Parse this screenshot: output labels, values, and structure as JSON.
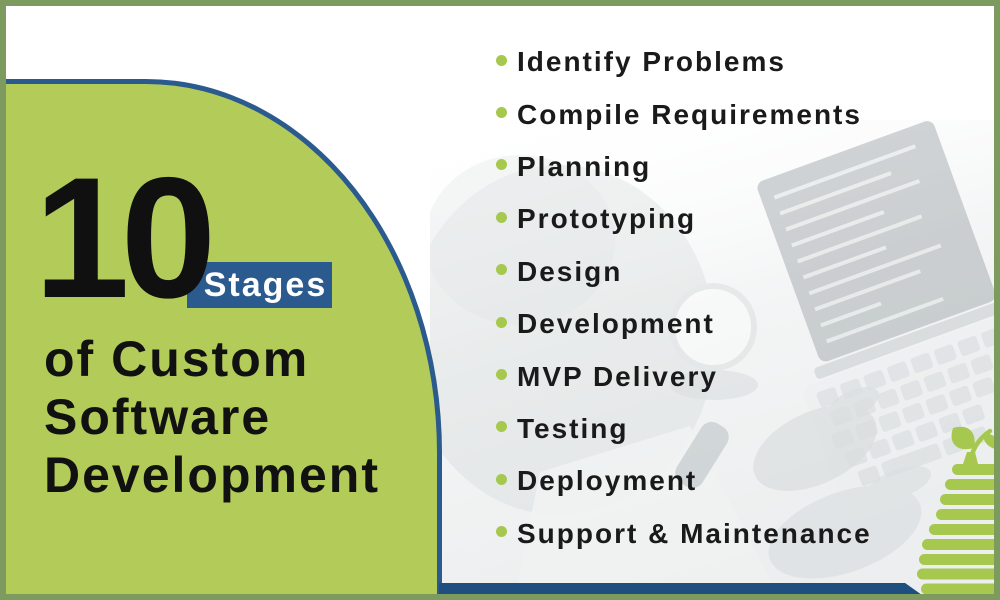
{
  "title": {
    "number": "10",
    "badge": "Stages",
    "line1": "of Custom",
    "line2": "Software",
    "line3": "Development"
  },
  "stages_list": {
    "items": [
      "Identify Problems",
      "Compile Requirements",
      "Planning",
      "Prototyping",
      "Design",
      "Development",
      "MVP Delivery",
      "Testing",
      "Deployment",
      "Support & Maintenance"
    ]
  },
  "icons": {
    "bullet": "bullet-dot-icon",
    "apple": "striped-apple-icon",
    "photo": "laptop-typing-photo"
  },
  "colors": {
    "panel_green": "#b3cb59",
    "bullet_green": "#a6c84f",
    "accent_blue": "#2b5a8e",
    "bar_blue": "#1f4f7f",
    "frame_olive": "#7d9b5e",
    "text_dark": "#111111",
    "badge_text": "#ffffff"
  }
}
